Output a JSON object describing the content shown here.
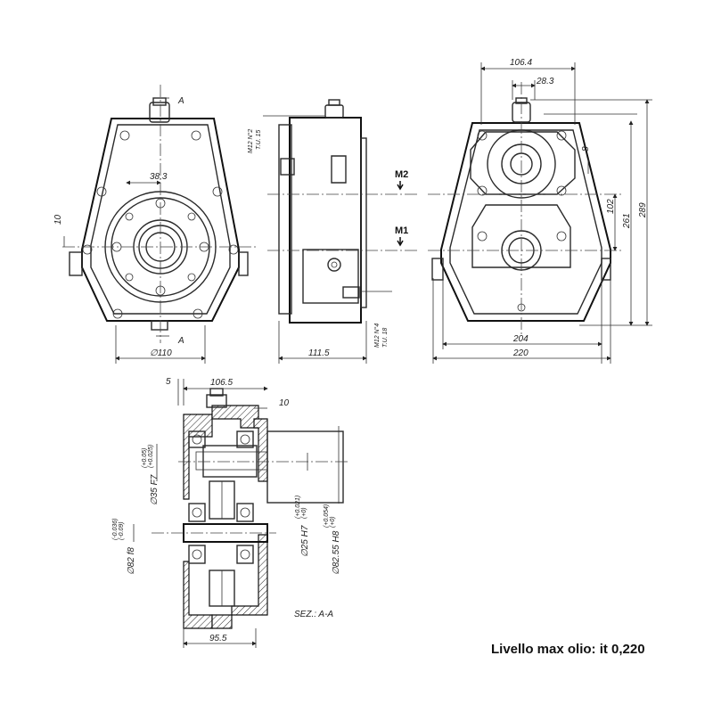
{
  "views": {
    "front": {
      "dims": {
        "d38": "38.3",
        "d10": "10",
        "d110": "∅110",
        "sectionA": "A"
      }
    },
    "side": {
      "dims": {
        "m12_top_1": "M12 N°2",
        "m12_top_2": "T.U. 15",
        "m12_bot_1": "M12 N°4",
        "m12_bot_2": "T.U. 18",
        "d111": "111.5"
      },
      "marks": {
        "m2": "M2",
        "m1": "M1"
      }
    },
    "rear": {
      "dims": {
        "d106_4": "106.4",
        "d28_3": "28.3",
        "d8": "8",
        "d102": "102",
        "d261": "261",
        "d289": "289",
        "d204": "204",
        "d220": "220"
      }
    },
    "section": {
      "dims": {
        "d5": "5",
        "d106_5": "106.5",
        "d10": "10",
        "d95_5": "95.5",
        "f35": "∅35 F7",
        "f35_tol_a": "(+0.05)",
        "f35_tol_b": "(+0.025)",
        "f82": "∅82 f8",
        "f82_tol_a": "(-0.036)",
        "f82_tol_b": "(-0.09)",
        "h25": "∅25 H7",
        "h25_tol_a": "(+0.021)",
        "h25_tol_b": "(+0)",
        "h82": "∅82.55 H8",
        "h82_tol_a": "(+0.054)",
        "h82_tol_b": "(+0)"
      },
      "caption": "SEZ.: A-A"
    }
  },
  "note": "Livello max olio: it 0,220"
}
